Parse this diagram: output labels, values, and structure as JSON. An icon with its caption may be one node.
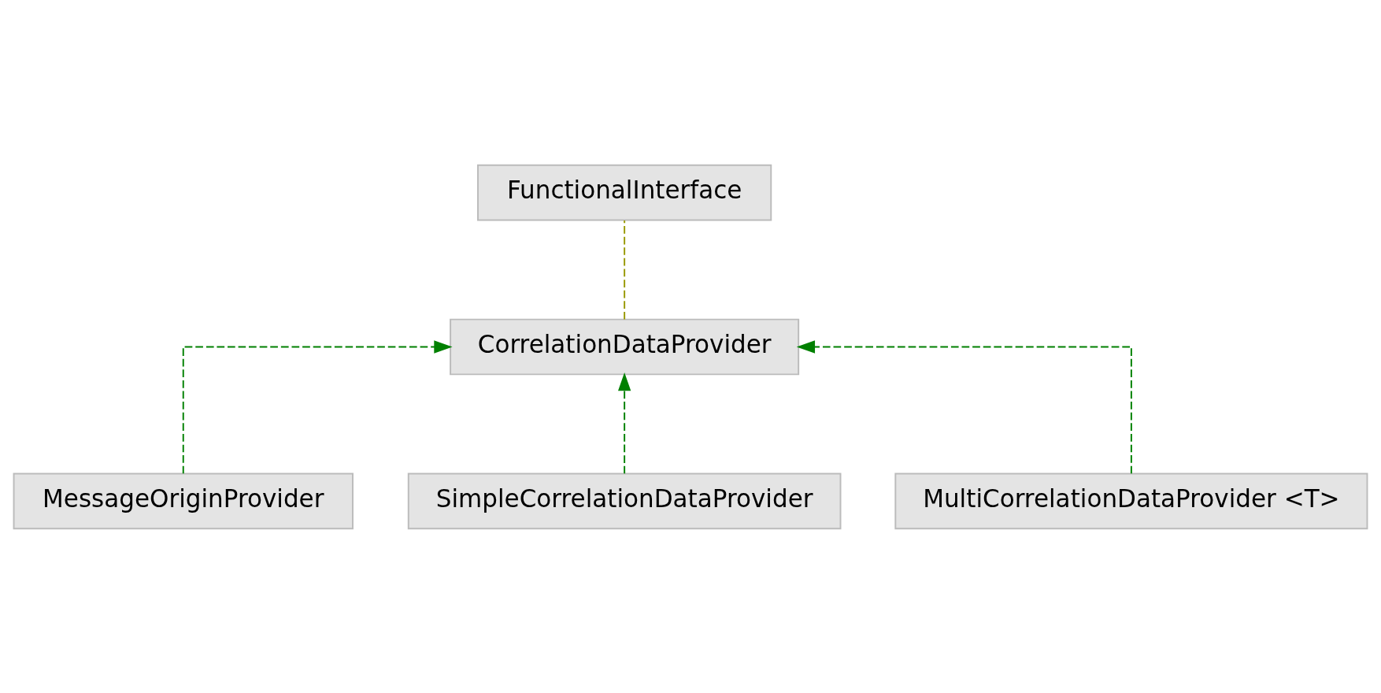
{
  "diagram": {
    "nodes": [
      {
        "text": [
          "FunctionalInterface"
        ]
      },
      {
        "text": [
          "CorrelationDataProvider"
        ]
      },
      {
        "text": [
          "MessageOriginProvider"
        ]
      },
      {
        "text": [
          "SimpleCorrelationDataProvider"
        ]
      },
      {
        "text": [
          "MultiCorrelationDataProvider <T>"
        ]
      }
    ],
    "edges": [
      {
        "from": 1,
        "to": 0,
        "arrow": "none",
        "style": "dashed",
        "color": "#999900"
      },
      {
        "from": 2,
        "to": 1,
        "arrow": "to",
        "style": "dashed"
      },
      {
        "from": 3,
        "to": 1,
        "arrow": "to",
        "style": "dashed"
      },
      {
        "from": 4,
        "to": 1,
        "arrow": "to",
        "style": "dashed"
      }
    ]
  }
}
